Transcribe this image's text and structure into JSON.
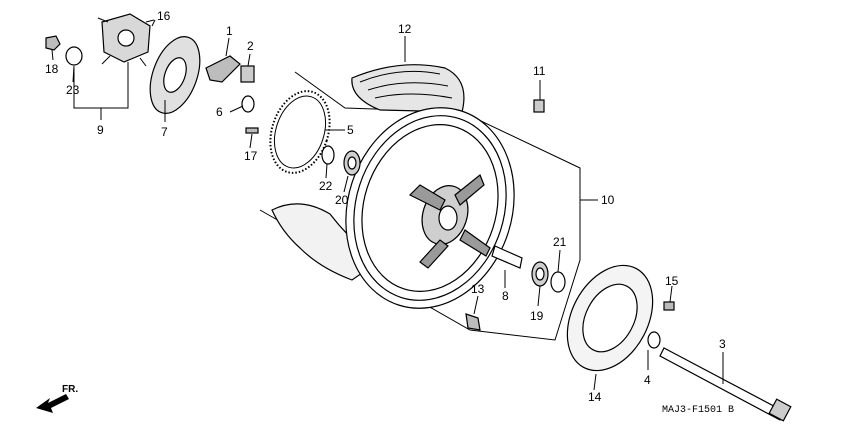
{
  "callouts": {
    "p1": "1",
    "p2": "2",
    "p3": "3",
    "p4": "4",
    "p5": "5",
    "p6": "6",
    "p7": "7",
    "p8": "8",
    "p9": "9",
    "p10": "10",
    "p11": "11",
    "p12": "12",
    "p13": "13",
    "p14": "14",
    "p15": "15",
    "p16": "16",
    "p17": "17",
    "p18": "18",
    "p19": "19",
    "p20": "20",
    "p21": "21",
    "p22": "22",
    "p23": "23"
  },
  "direction_label": "FR.",
  "diagram_code": "MAJ3-F1501 B",
  "colors": {
    "ink": "#000000",
    "paper": "#ffffff",
    "shade": "#d8d8d8"
  }
}
